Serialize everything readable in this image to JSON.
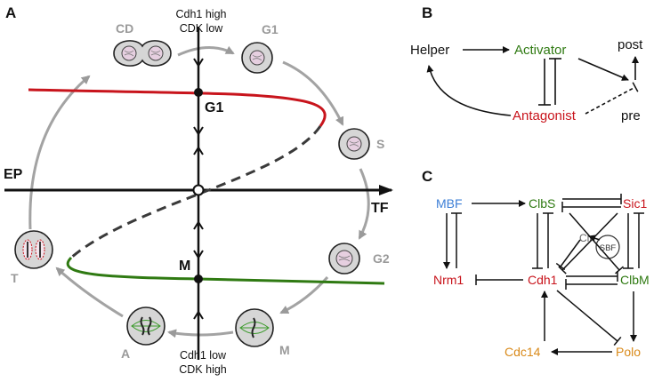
{
  "panels": {
    "a": "A",
    "b": "B",
    "c": "C"
  },
  "colors": {
    "red": "#c8141c",
    "green": "#2f7a12",
    "blue": "#3d7fd6",
    "orange": "#d98a1a",
    "gray": "#9a9a9a",
    "dark": "#111111"
  },
  "panelA": {
    "top_condition": [
      "Cdh1  high",
      "CDK low"
    ],
    "bottom_condition": [
      "Cdh1  low",
      "CDK high"
    ],
    "x_axis": "TF",
    "y_axis": "EP",
    "fixed_points": {
      "upper": "G1",
      "lower": "M"
    },
    "phases": {
      "cd": "CD",
      "g1": "G1",
      "s": "S",
      "g2": "G2",
      "m": "M",
      "a": "A",
      "t": "T"
    }
  },
  "panelB": {
    "helper": "Helper",
    "activator": "Activator",
    "antagonist": "Antagonist",
    "post": "post",
    "pre": "pre"
  },
  "panelC": {
    "mbf": "MBF",
    "clbs": "ClbS",
    "sic1": "Sic1",
    "cln": "Cln",
    "sbf": "SBF",
    "nrm1": "Nrm1",
    "cdh1": "Cdh1",
    "clbm": "ClbM",
    "cdc14": "Cdc14",
    "polo": "Polo"
  }
}
